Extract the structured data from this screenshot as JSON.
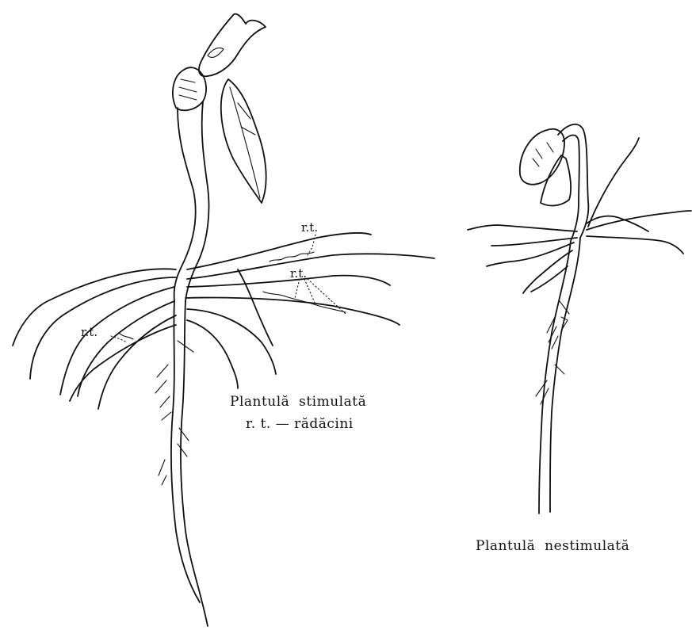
{
  "stimulated": {
    "caption_line1": "Plantulă  stimulată",
    "caption_line2": "r. t. — rădăcini",
    "root_labels": [
      "r.t.",
      "r.t.",
      "r.t."
    ]
  },
  "unstimulated": {
    "caption": "Plantulă  nestimulată"
  }
}
